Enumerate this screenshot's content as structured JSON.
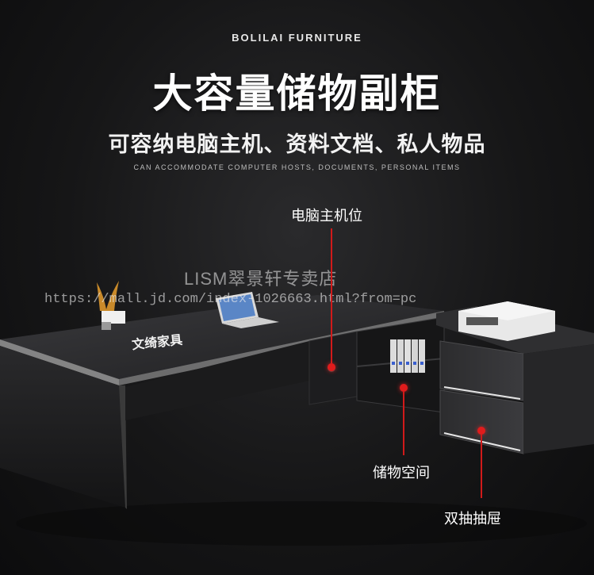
{
  "header": {
    "brand": "BOLILAI FURNITURE",
    "headline": "大容量储物副柜",
    "subheadline": "可容纳电脑主机、资料文档、私人物品",
    "subheadline_en": "CAN ACCOMMODATE COMPUTER HOSTS, DOCUMENTS, PERSONAL ITEMS"
  },
  "watermark": {
    "shop": "LISM翠景轩专卖店",
    "url": "https://mall.jd.com/index-1026663.html?from=pc"
  },
  "desk_logo": "文绮家具",
  "callouts": {
    "computer_host": "电脑主机位",
    "storage_space": "储物空间",
    "double_drawer": "双抽抽屉"
  },
  "colors": {
    "accent_red": "#d11a1a",
    "background": "#161617",
    "desk_top": "#2b2b2d"
  }
}
